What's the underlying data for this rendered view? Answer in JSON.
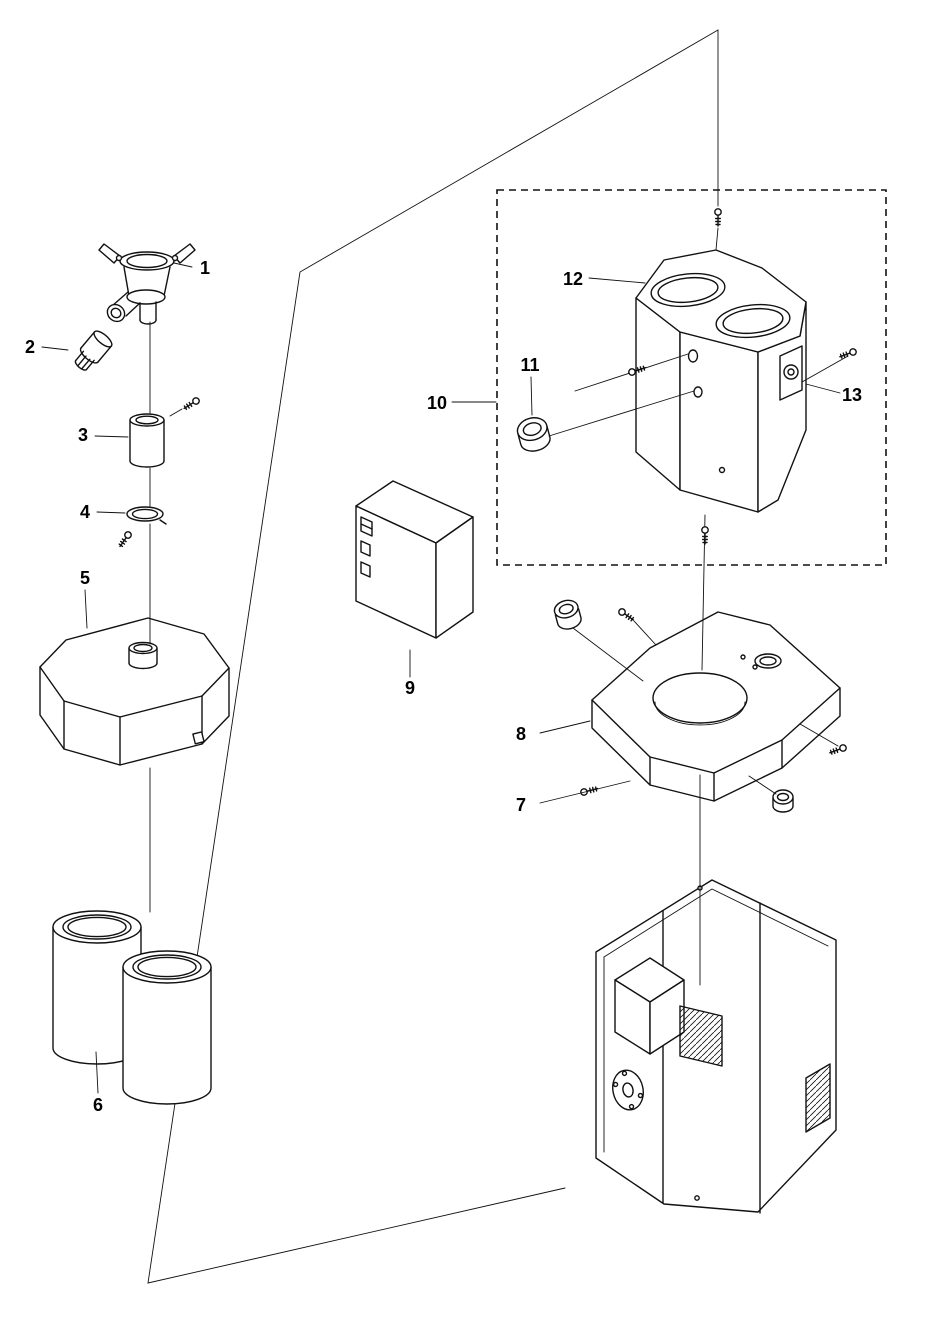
{
  "diagram": {
    "background_color": "#ffffff",
    "line_color": "#111111"
  },
  "callouts": [
    {
      "id": 1,
      "label": "1"
    },
    {
      "id": 2,
      "label": "2"
    },
    {
      "id": 3,
      "label": "3"
    },
    {
      "id": 4,
      "label": "4"
    },
    {
      "id": 5,
      "label": "5"
    },
    {
      "id": 6,
      "label": "6"
    },
    {
      "id": 7,
      "label": "7"
    },
    {
      "id": 8,
      "label": "8"
    },
    {
      "id": 9,
      "label": "9"
    },
    {
      "id": 10,
      "label": "10"
    },
    {
      "id": 11,
      "label": "11"
    },
    {
      "id": 12,
      "label": "12"
    },
    {
      "id": 13,
      "label": "13"
    }
  ]
}
